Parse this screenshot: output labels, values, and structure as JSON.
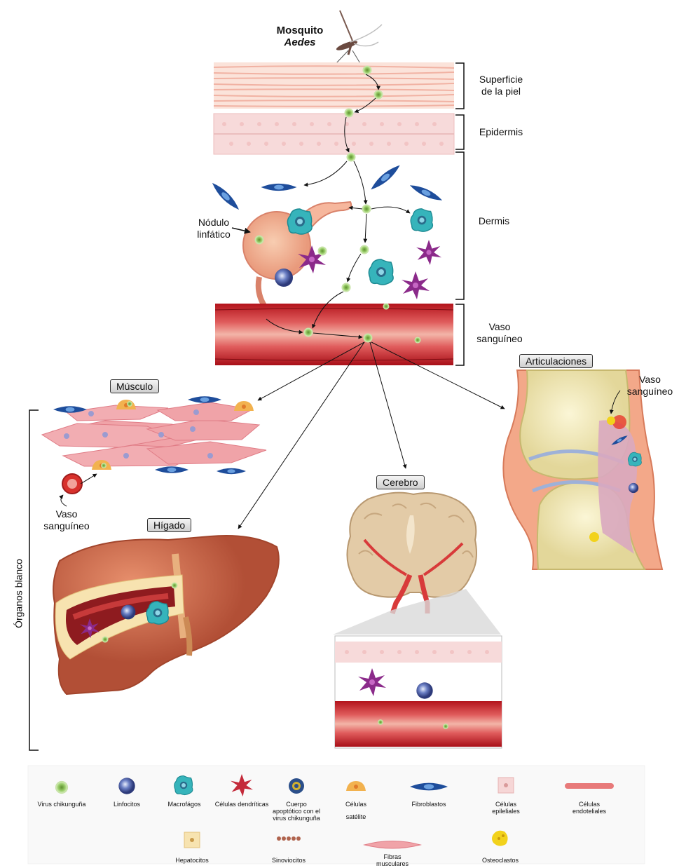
{
  "mosquito": {
    "line1": "Mosquito",
    "line2": "Aedes"
  },
  "layers": {
    "skin_surface": [
      "Superficie",
      "de la piel"
    ],
    "epidermis": "Epidermis",
    "dermis": "Dermis",
    "vessel": [
      "Vaso",
      "sanguíneo"
    ]
  },
  "lymph_node": [
    "Nódulo",
    "linfático"
  ],
  "organs": {
    "muscle": "Músculo",
    "joints": "Articulaciones",
    "brain": "Cerebro",
    "liver": "Hígado",
    "joint_vessel": [
      "Vaso",
      "sanguíneo"
    ],
    "muscle_vessel": [
      "Vaso",
      "sanguíneo"
    ],
    "target_organs": "Órganos blanco"
  },
  "legend": {
    "row1": [
      {
        "label": "Virus chikunguña",
        "icon": "virus-icon",
        "color": "#8fbf5a"
      },
      {
        "label": "Linfocitos",
        "icon": "lymphocyte-icon",
        "color": "#5a6fb5"
      },
      {
        "label": "Macrofágos",
        "icon": "macrophage-icon",
        "color": "#3fb3b7"
      },
      {
        "label": "Células dendríticas",
        "icon": "dendritic-cell-icon",
        "color": "#c42a3a"
      },
      {
        "label": "Cuerpo apoptótico con el virus chikunguña",
        "icon": "apoptotic-body-icon",
        "color": "#2b4f8a"
      },
      {
        "label": "Células",
        "label2": "satélite",
        "icon": "satellite-cell-icon",
        "color": "#f0a848"
      },
      {
        "label": "Fibroblastos",
        "icon": "fibroblast-icon",
        "color": "#1f4f9a"
      },
      {
        "label": "Células epileliales",
        "icon": "epithelial-cell-icon",
        "color": "#f3c9c9"
      },
      {
        "label": "Células endoteliales",
        "icon": "endothelial-cell-icon",
        "color": "#e87a7a"
      }
    ],
    "row2": [
      {
        "label": "Hepatocitos",
        "icon": "hepatocyte-icon",
        "color": "#f7e3b0"
      },
      {
        "label": "Sinoviocitos",
        "icon": "synoviocyte-icon",
        "color": "#b0644e"
      },
      {
        "label": "Fibras musculares",
        "icon": "muscle-fiber-icon",
        "color": "#f0a3a8"
      },
      {
        "label": "Osteoclastos",
        "icon": "osteoclast-icon",
        "color": "#f2d21c"
      }
    ]
  }
}
